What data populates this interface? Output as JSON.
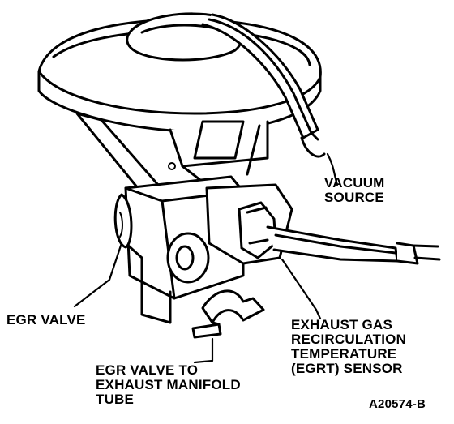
{
  "labels": {
    "vacuum_source": [
      "VACUUM",
      "SOURCE"
    ],
    "egr_valve": "EGR VALVE",
    "egrt_sensor": [
      "EXHAUST GAS",
      "RECIRCULATION",
      "TEMPERATURE",
      "(EGRT) SENSOR"
    ],
    "manifold_tube": [
      "EGR VALVE TO",
      "EXHAUST MANIFOLD",
      "TUBE"
    ],
    "figure_id": "A20574-B"
  }
}
